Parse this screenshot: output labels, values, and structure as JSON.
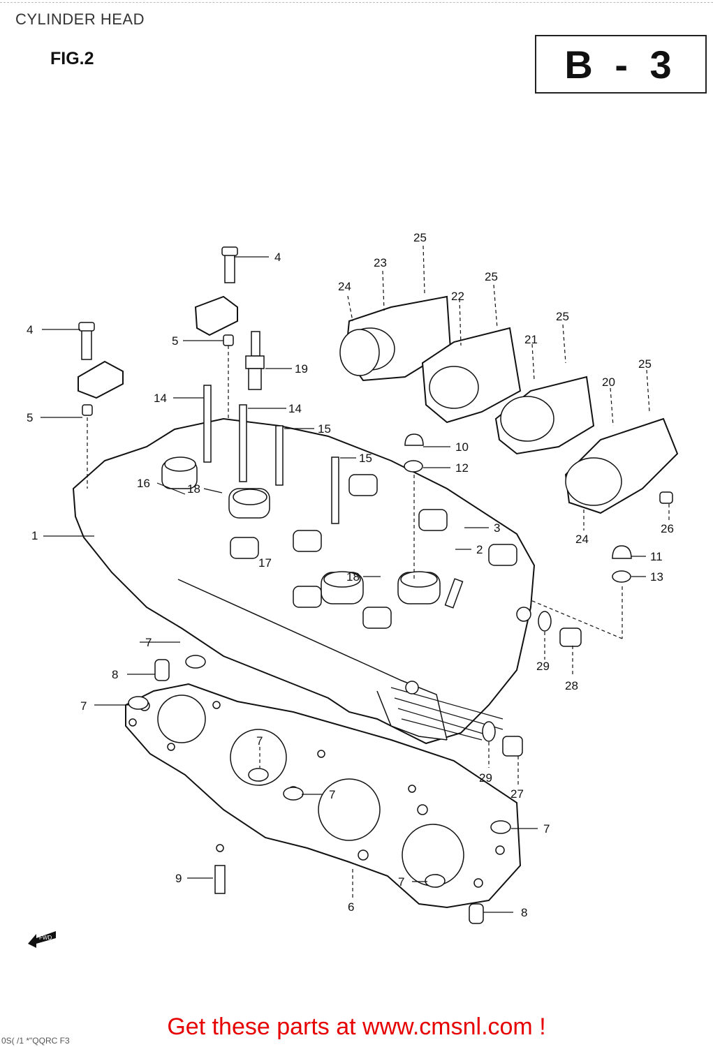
{
  "header": {
    "title": "CYLINDER HEAD",
    "figure": "FIG.2",
    "section_code": "B - 3"
  },
  "callouts": {
    "c1": "1",
    "c2": "2",
    "c3": "3",
    "c4a": "4",
    "c4b": "4",
    "c5a": "5",
    "c5b": "5",
    "c6": "6",
    "c7a": "7",
    "c7b": "7",
    "c7c": "7",
    "c7d": "7",
    "c7e": "7",
    "c7f": "7",
    "c8a": "8",
    "c8b": "8",
    "c9": "9",
    "c10": "10",
    "c11": "11",
    "c12": "12",
    "c13": "13",
    "c14a": "14",
    "c14b": "14",
    "c15a": "15",
    "c15b": "15",
    "c16": "16",
    "c17": "17",
    "c18a": "18",
    "c18b": "18",
    "c19": "19",
    "c20": "20",
    "c21": "21",
    "c22": "22",
    "c23": "23",
    "c24a": "24",
    "c24b": "24",
    "c25a": "25",
    "c25b": "25",
    "c25c": "25",
    "c25d": "25",
    "c26": "26",
    "c27": "27",
    "c28": "28",
    "c29a": "29",
    "c29b": "29"
  },
  "footer": {
    "link_text": "Get these parts at www.cmsnl.com !",
    "code": "0S( /1 *\"QQRC F3"
  },
  "colors": {
    "footer_text": "#e60000",
    "line_art": "#111111"
  },
  "icons": {
    "forward_arrow": "fwd-arrow-icon"
  }
}
